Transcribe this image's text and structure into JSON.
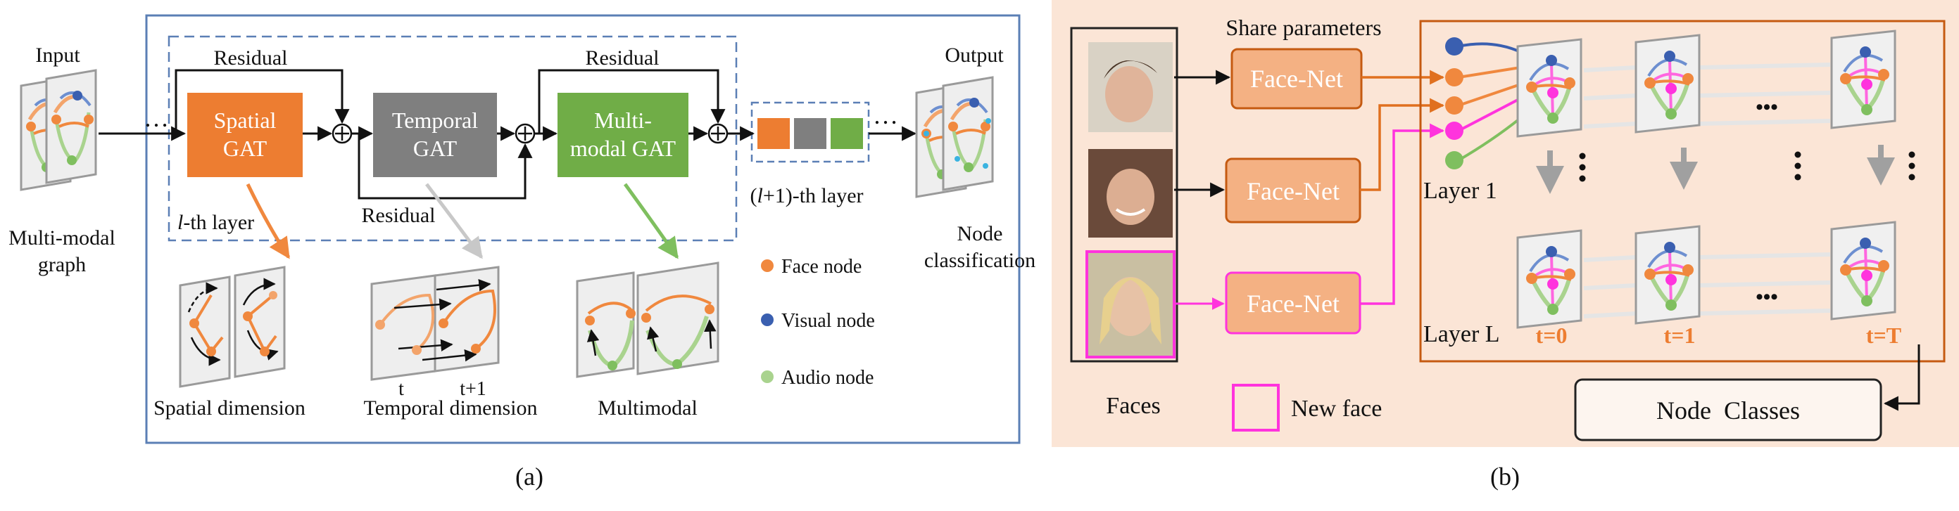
{
  "panel_a": {
    "caption": "(a)",
    "input_label": "Input",
    "input_caption": [
      "Multi-modal",
      "graph"
    ],
    "output_label": "Output",
    "output_caption": [
      "Node",
      "classification"
    ],
    "residual_1": "Residual",
    "residual_2": "Residual",
    "residual_3": "Residual",
    "spatial_gat": [
      "Spatial",
      "GAT"
    ],
    "temporal_gat": [
      "Temporal",
      "GAT"
    ],
    "multimodal_gat": [
      "Multi-",
      "modal GAT"
    ],
    "layer_l_prefix": "l",
    "layer_l_suffix": "-th layer",
    "layer_next_prefix": "(",
    "layer_next_var": "l",
    "layer_next_suffix": "+1)-th layer",
    "ellipsis": "…",
    "spatial_dim": "Spatial dimension",
    "temporal_dim": "Temporal dimension",
    "multimodal": "Multimodal",
    "t_label": "t",
    "t1_label": "t+1",
    "legend": {
      "face": "Face node",
      "visual": "Visual node",
      "audio": "Audio node"
    }
  },
  "panel_b": {
    "caption": "(b)",
    "share_params": "Share parameters",
    "face_net_1": "Face-Net",
    "face_net_2": "Face-Net",
    "face_net_3": "Face-Net",
    "faces": "Faces",
    "new_face": "New face",
    "layer_1": "Layer 1",
    "layer_L": "Layer L",
    "t0": "t=0",
    "t1": "t=1",
    "tT": "t=T",
    "dots": "•••",
    "node_classes": "Node  Classes"
  },
  "colors": {
    "face": "#f0883e",
    "visual": "#3a5fb0",
    "audio": "#7fbf5f",
    "spatial_gat": "#ed7d31",
    "temporal_gat": "#7f7f7f",
    "multimodal_gat": "#70ad47",
    "new_face": "#ff33dd",
    "panel_b_bg": "#fbe5d6",
    "face_net_fill": "#f4b183",
    "face_net_stroke": "#c55a11",
    "panel_a_frame": "#5b7fb5"
  }
}
